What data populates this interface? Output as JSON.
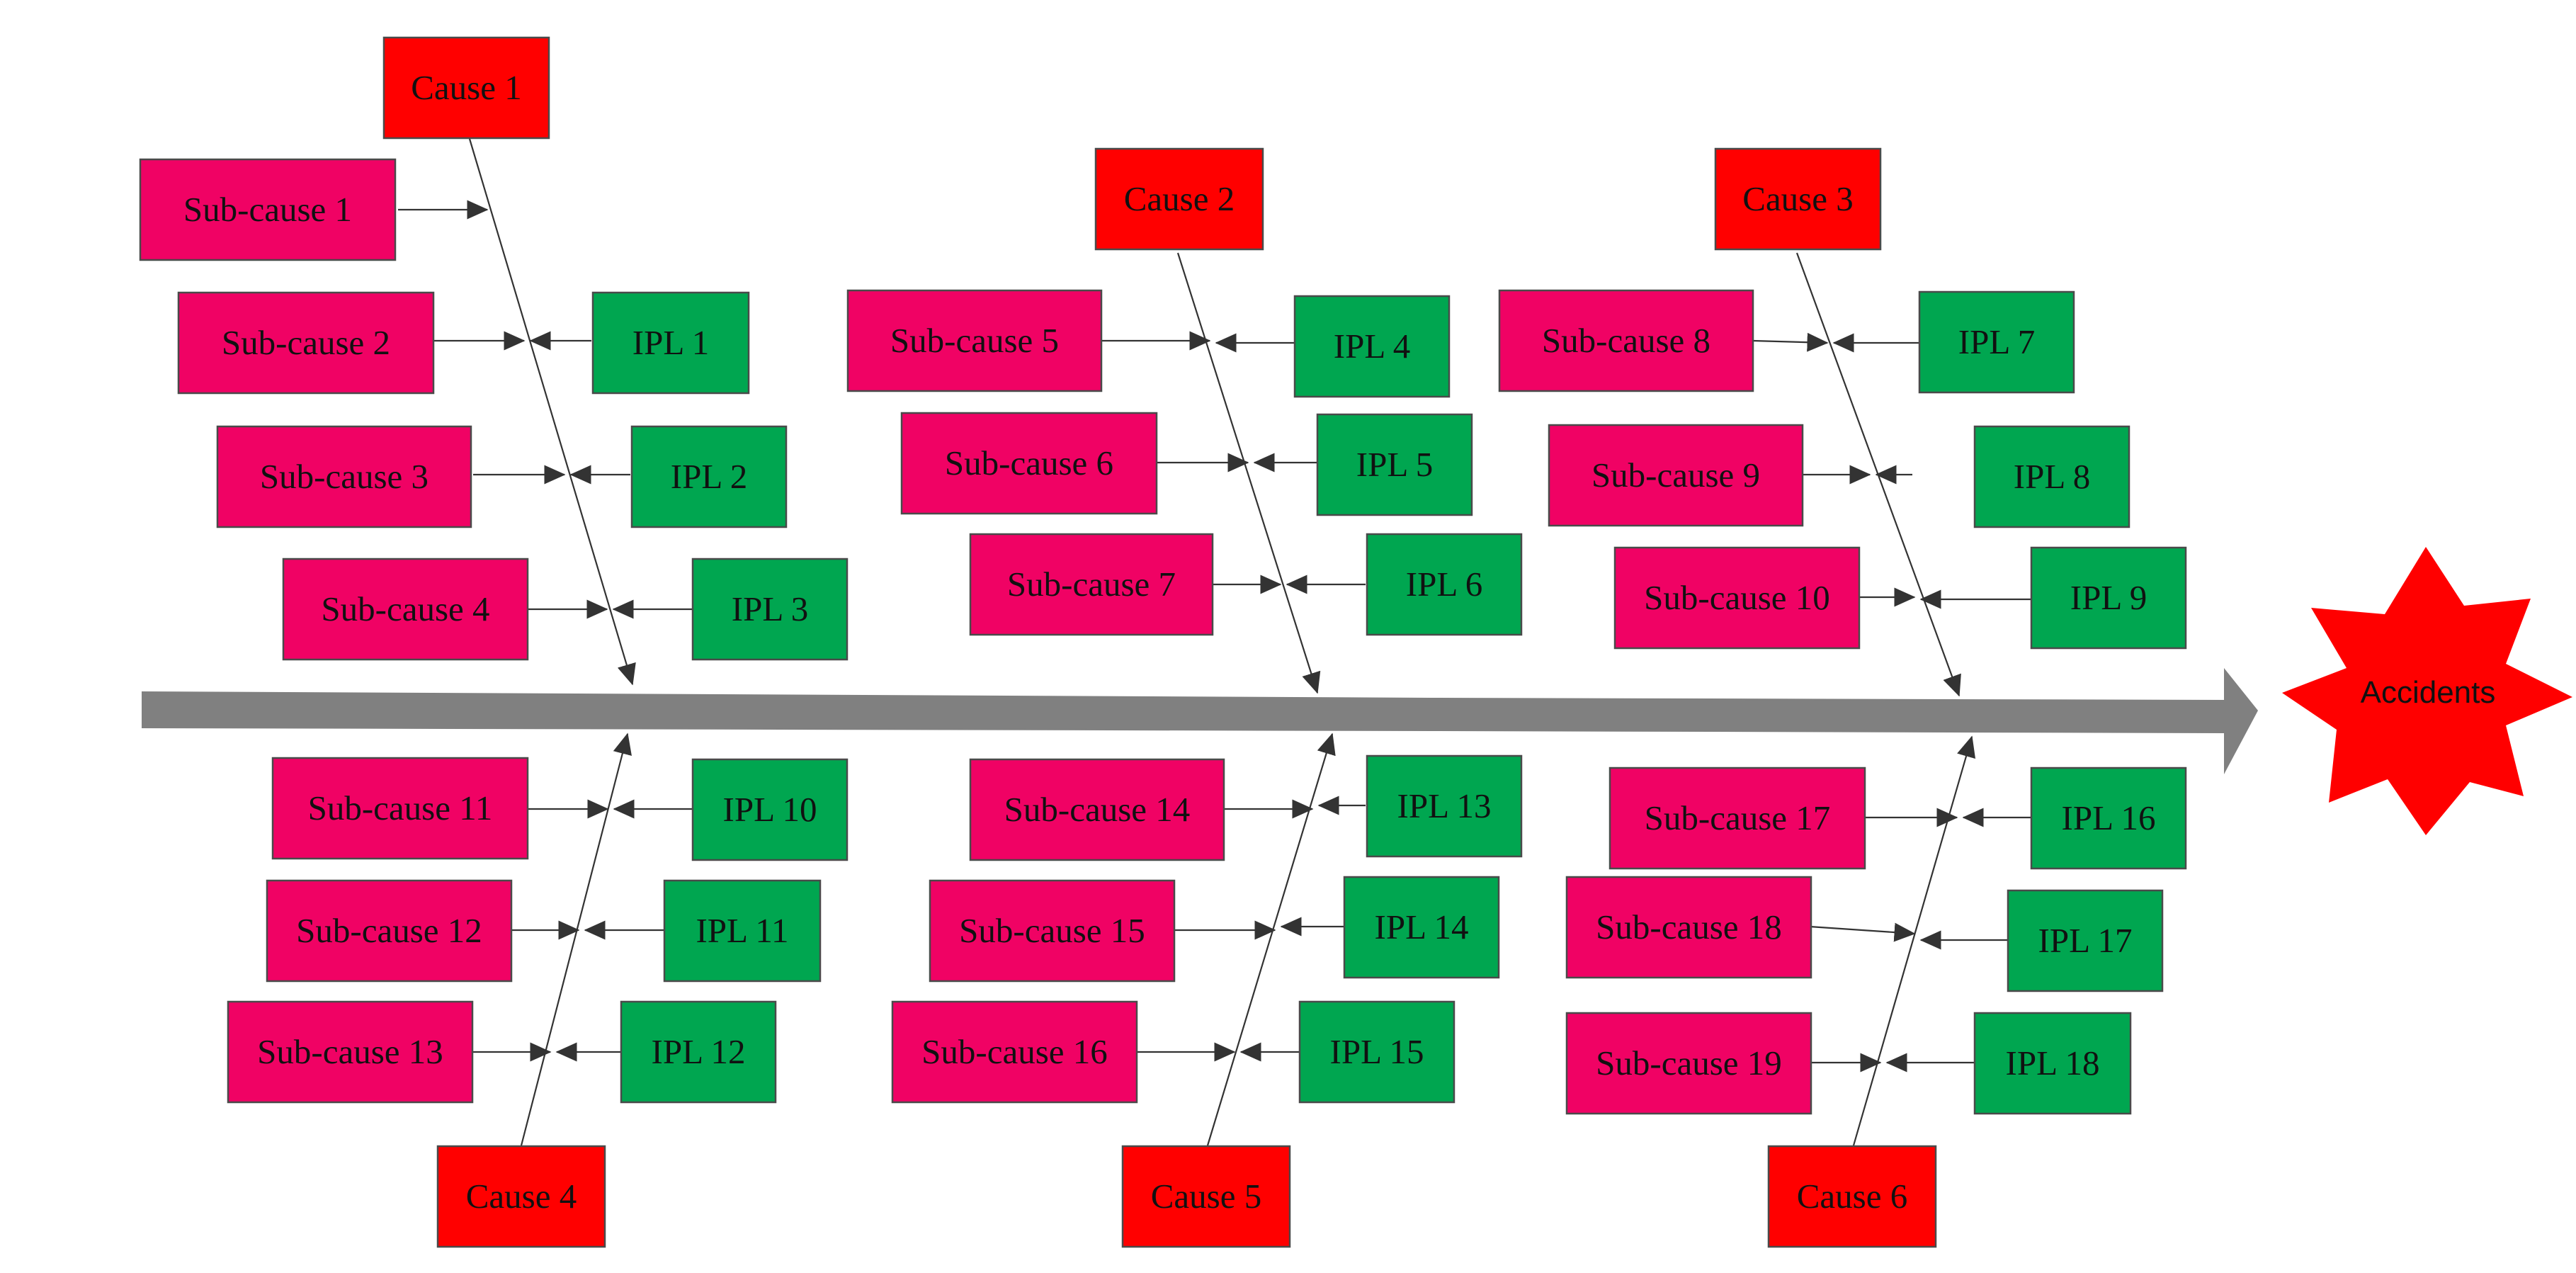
{
  "colors": {
    "cause": "#ff0000",
    "sub_cause": "#f00264",
    "ipl": "#00a650",
    "spine": "#808080",
    "accident": "#ff0000"
  },
  "effect": {
    "label": "Accidents",
    "shape": "seven-point-star"
  },
  "causes": [
    {
      "id": "c1",
      "label": "Cause 1"
    },
    {
      "id": "c2",
      "label": "Cause 2"
    },
    {
      "id": "c3",
      "label": "Cause 3"
    },
    {
      "id": "c4",
      "label": "Cause 4"
    },
    {
      "id": "c5",
      "label": "Cause 5"
    },
    {
      "id": "c6",
      "label": "Cause 6"
    }
  ],
  "sub_causes": [
    {
      "id": "s1",
      "label": "Sub-cause 1",
      "cause": "c1"
    },
    {
      "id": "s2",
      "label": "Sub-cause 2",
      "cause": "c1"
    },
    {
      "id": "s3",
      "label": "Sub-cause 3",
      "cause": "c1"
    },
    {
      "id": "s4",
      "label": "Sub-cause 4",
      "cause": "c1"
    },
    {
      "id": "s5",
      "label": "Sub-cause 5",
      "cause": "c2"
    },
    {
      "id": "s6",
      "label": "Sub-cause 6",
      "cause": "c2"
    },
    {
      "id": "s7",
      "label": "Sub-cause 7",
      "cause": "c2"
    },
    {
      "id": "s8",
      "label": "Sub-cause 8",
      "cause": "c3"
    },
    {
      "id": "s9",
      "label": "Sub-cause 9",
      "cause": "c3"
    },
    {
      "id": "s10",
      "label": "Sub-cause 10",
      "cause": "c3"
    },
    {
      "id": "s11",
      "label": "Sub-cause 11",
      "cause": "c4"
    },
    {
      "id": "s12",
      "label": "Sub-cause 12",
      "cause": "c4"
    },
    {
      "id": "s13",
      "label": "Sub-cause 13",
      "cause": "c4"
    },
    {
      "id": "s14",
      "label": "Sub-cause 14",
      "cause": "c5"
    },
    {
      "id": "s15",
      "label": "Sub-cause 15",
      "cause": "c5"
    },
    {
      "id": "s16",
      "label": "Sub-cause 16",
      "cause": "c5"
    },
    {
      "id": "s17",
      "label": "Sub-cause 17",
      "cause": "c6"
    },
    {
      "id": "s18",
      "label": "Sub-cause 18",
      "cause": "c6"
    },
    {
      "id": "s19",
      "label": "Sub-cause 19",
      "cause": "c6"
    }
  ],
  "ipls": [
    {
      "id": "i1",
      "label": "IPL 1",
      "cause": "c1"
    },
    {
      "id": "i2",
      "label": "IPL 2",
      "cause": "c1"
    },
    {
      "id": "i3",
      "label": "IPL 3",
      "cause": "c1"
    },
    {
      "id": "i4",
      "label": "IPL 4",
      "cause": "c2"
    },
    {
      "id": "i5",
      "label": "IPL 5",
      "cause": "c2"
    },
    {
      "id": "i6",
      "label": "IPL 6",
      "cause": "c2"
    },
    {
      "id": "i7",
      "label": "IPL 7",
      "cause": "c3"
    },
    {
      "id": "i8",
      "label": "IPL 8",
      "cause": "c3"
    },
    {
      "id": "i9",
      "label": "IPL 9",
      "cause": "c3"
    },
    {
      "id": "i10",
      "label": "IPL 10",
      "cause": "c4"
    },
    {
      "id": "i11",
      "label": "IPL 11",
      "cause": "c4"
    },
    {
      "id": "i12",
      "label": "IPL 12",
      "cause": "c4"
    },
    {
      "id": "i13",
      "label": "IPL 13",
      "cause": "c5"
    },
    {
      "id": "i14",
      "label": "IPL 14",
      "cause": "c5"
    },
    {
      "id": "i15",
      "label": "IPL 15",
      "cause": "c5"
    },
    {
      "id": "i16",
      "label": "IPL 16",
      "cause": "c6"
    },
    {
      "id": "i17",
      "label": "IPL 17",
      "cause": "c6"
    },
    {
      "id": "i18",
      "label": "IPL 18",
      "cause": "c6"
    }
  ]
}
